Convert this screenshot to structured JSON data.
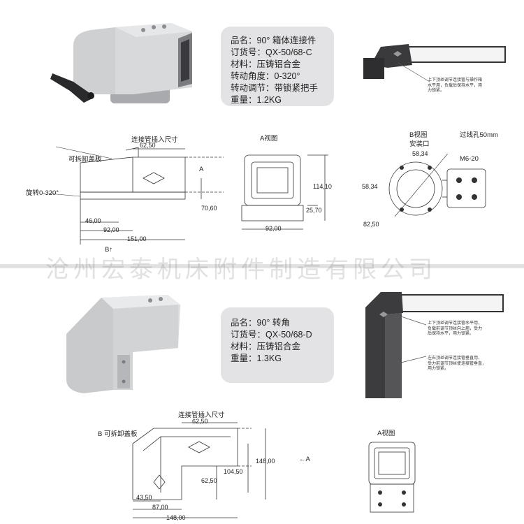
{
  "watermark": "沧州宏泰机床附件制造有限公司",
  "product1": {
    "specs": [
      "品名：90° 箱体连接件",
      "订货号：QX-50/68-C",
      "材料：压铸铝合金",
      "转动角度：0-320°",
      "转动调节：带锁紧把手",
      "重量：1.2KG"
    ],
    "note": [
      "上下顶丝调节连接管与操作箱",
      "水平用，负载后保持水平，用",
      "力锁紧。"
    ],
    "drawing": {
      "title": "连接管插入尺寸",
      "removable_cover": "可拆卸盖板",
      "rotation": "旋转0-320°",
      "a_mark": "A",
      "b_mark": "B",
      "dims": [
        "62,50",
        "70,60",
        "46,00",
        "92,00",
        "151,00"
      ]
    },
    "view_a": {
      "title": "A视图",
      "dims": [
        "114,10",
        "25,70",
        "92,00"
      ]
    },
    "view_b": {
      "title": "B视图",
      "subtitle": "安装口",
      "hole": "过线孔50mm",
      "screw": "M6-20",
      "dims": [
        "58,34",
        "58,34",
        "82,50"
      ]
    }
  },
  "product2": {
    "specs": [
      "品名：90° 转角",
      "订货号：QX-50/68-D",
      "材料：压铸铝合金",
      "重量：1.3KG"
    ],
    "note1": [
      "上下顶丝调节连接管水平用，",
      "负载前调节顶丝向上翘，受力",
      "后保持水平，用力锁紧。"
    ],
    "note2": [
      "左右顶丝调节连接管垂直用，",
      "受力前调节顶丝使连接管垂直，",
      "用力锁紧。"
    ],
    "drawing": {
      "title": "连接管插入尺寸",
      "removable_cover": "B 可拆卸盖板",
      "a_mark": "A",
      "dims": [
        "62,50",
        "148,00",
        "104,50",
        "62,50",
        "43,50",
        "87,00",
        "148,00"
      ]
    },
    "view_a": {
      "title": "A视图"
    }
  }
}
